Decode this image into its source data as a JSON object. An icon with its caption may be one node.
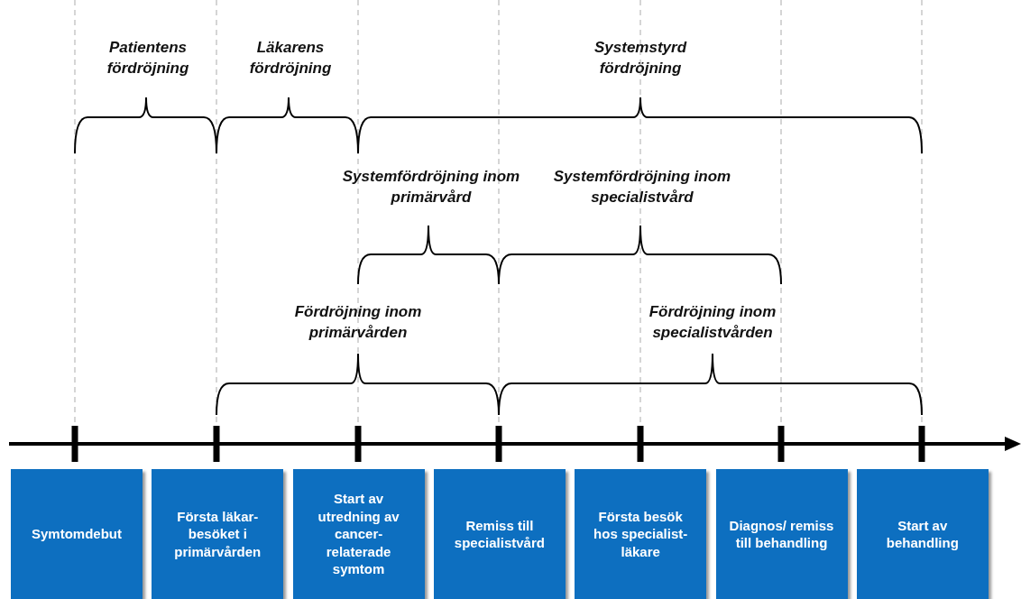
{
  "diagram": {
    "nodes": [
      {
        "text": [
          "Symtomdebut"
        ]
      },
      {
        "text": [
          "Första läkar- besöket i primärvården"
        ]
      },
      {
        "text": [
          "Start av utredning av cancer- relaterade symtom"
        ]
      },
      {
        "text": [
          "Remiss till specialistvård"
        ]
      },
      {
        "text": [
          "Första besök hos specialist- läkare"
        ]
      },
      {
        "text": [
          "Diagnos/ remiss till behandling"
        ]
      },
      {
        "text": [
          "Start av behandling"
        ]
      }
    ],
    "labels": [
      "Patientens fördröjning",
      "Läkarens fördröjning",
      "Systemstyrd fördröjning",
      "Systemfördröjning inom primärvård",
      "Systemfördröjning inom specialistvård",
      "Fördröjning inom primärvården",
      "Fördröjning inom specialistvården"
    ]
  }
}
